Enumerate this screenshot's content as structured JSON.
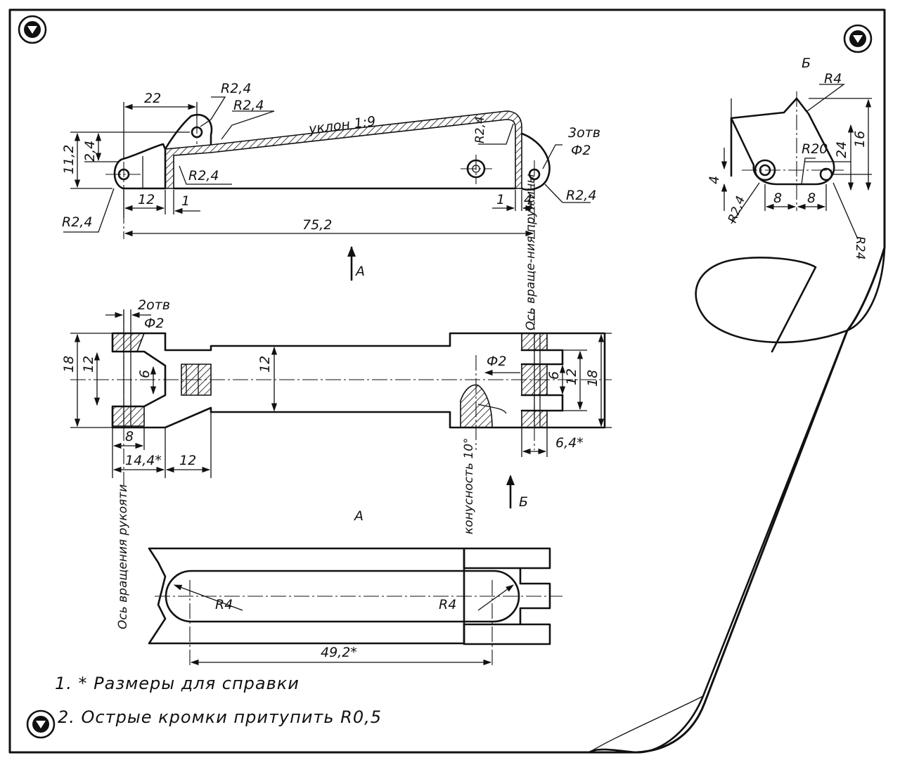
{
  "colors": {
    "ink": "#111111",
    "paper": "#ffffff"
  },
  "icons": {
    "corner_tl": "triangle-down-in-circle",
    "corner_tr": "triangle-down-in-circle",
    "corner_bl": "triangle-down-in-circle"
  },
  "top_view": {
    "dim_22": "22",
    "r_top1": "R2,4",
    "r_top2": "R2,4",
    "slope": "уклон 1:9",
    "dim_11_2": "11,2",
    "dim_2_4": "2,4",
    "r_inner": "R2,4",
    "r_right_top": "R2,4",
    "holes_count": "3отв",
    "holes_dia": "Ф2",
    "dim_12": "12",
    "dim_1_left": "1",
    "dim_1_right": "1",
    "dim_4": "4",
    "r_right_bottom": "R2,4",
    "r_left_bottom": "R2,4",
    "dim_75_2": "75,2",
    "view_a_arrow": "A",
    "rotation_axis_springs": "Ось враще-ния пружины"
  },
  "middle_view": {
    "holes_count": "2отв",
    "holes_dia": "Ф2",
    "dim_18_left": "18",
    "dim_12_left": "12",
    "dim_6_left": "6",
    "dim_12_center": "12",
    "dim_dia2": "Ф2",
    "dim_6_right": "6",
    "dim_12_right": "12",
    "dim_18_right": "18",
    "dim_8": "8",
    "dim_14_4": "14,4*",
    "dim_12_bottom": "12",
    "dim_6_4": "6,4*",
    "taper": "конусность 10°",
    "view_b_arrow": "Б",
    "view_a_label": "А"
  },
  "bottom_view": {
    "rotation_axis_handle": "Ось вращения рукояти",
    "r4_left": "R4",
    "r4_right": "R4",
    "dim_49_2": "49,2*"
  },
  "view_b": {
    "title": "Б",
    "r4": "R4",
    "r20": "R20",
    "dim_24": "24",
    "dim_16": "16",
    "dim_4": "4",
    "r2_4": "R2,4",
    "dim_8a": "8",
    "dim_8b": "8",
    "r24": "R24"
  },
  "notes": [
    "1. * Размеры для справки",
    "2. Острые кромки притупить R0,5"
  ]
}
